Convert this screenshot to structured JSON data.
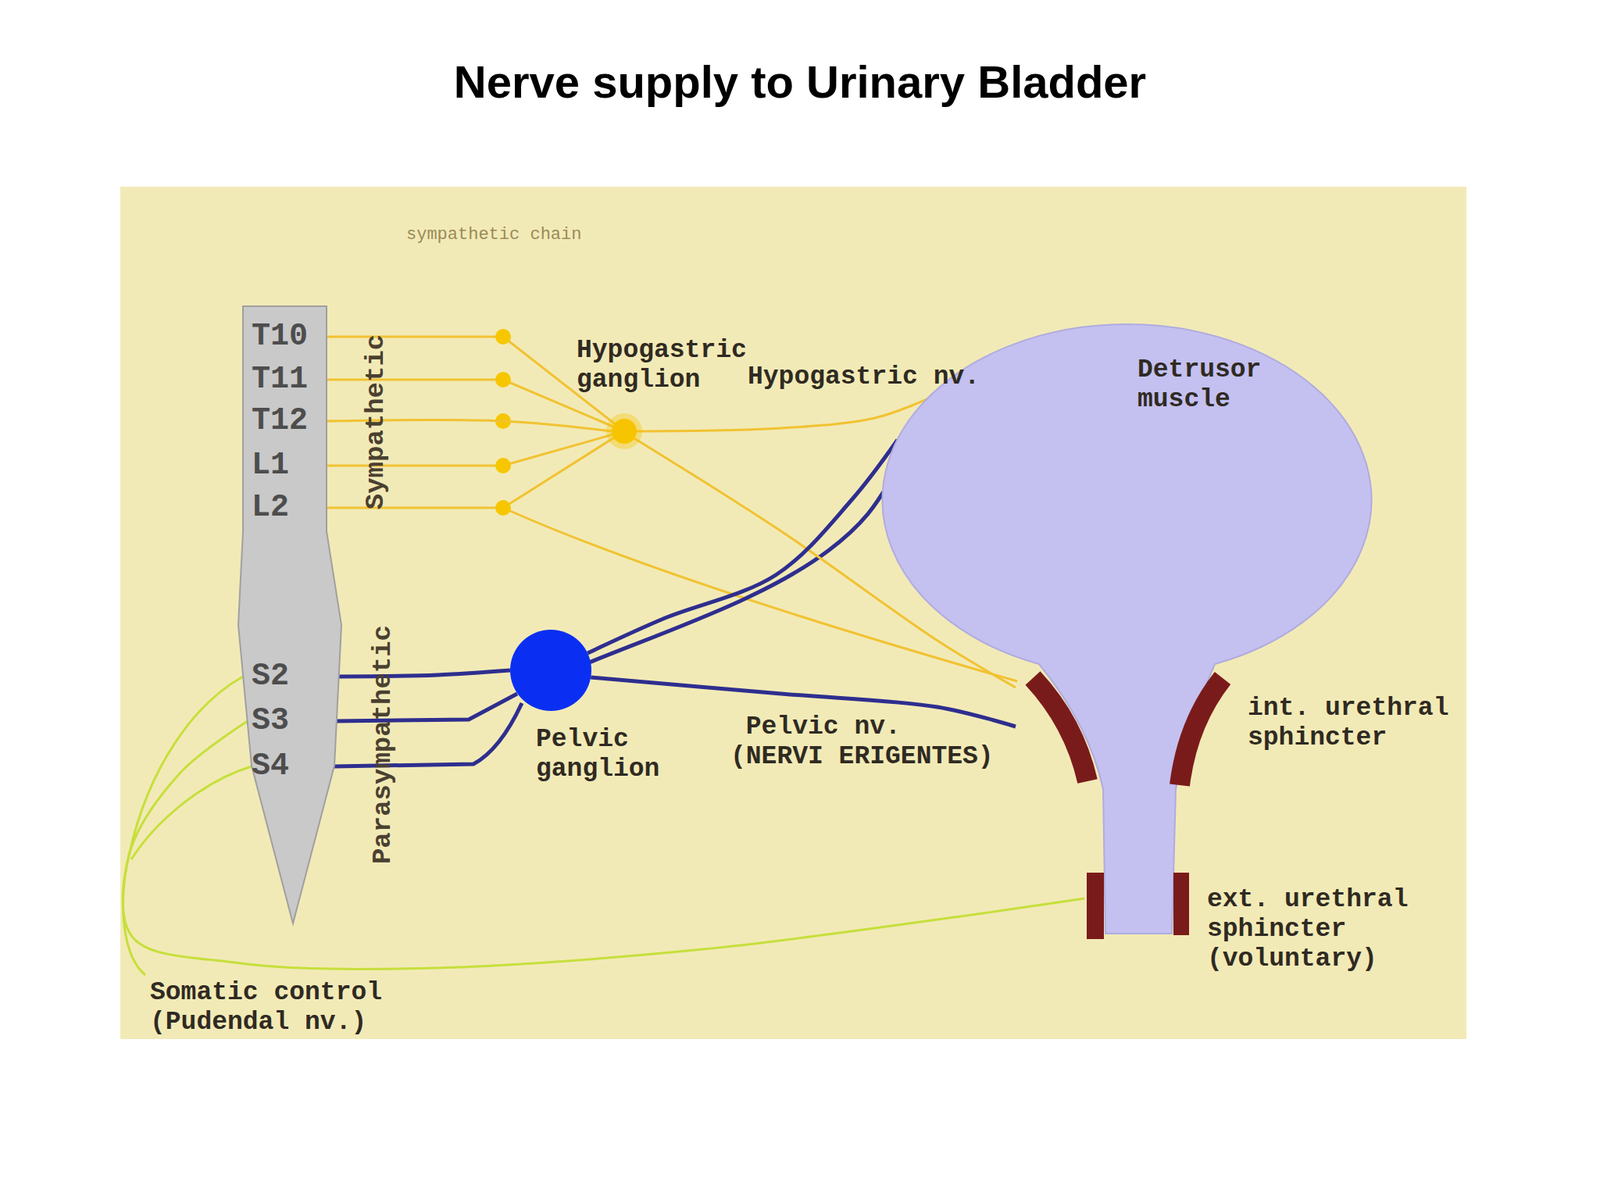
{
  "diagram": {
    "title": "Nerve supply to Urinary Bladder",
    "nodes": [
      {
        "text": [
          "T10",
          "T11",
          "T12",
          "L1",
          "L2",
          "S2",
          "S3",
          "S4"
        ]
      },
      {
        "text": [
          "Hypogastric ganglion"
        ]
      },
      {
        "text": [
          "Pelvic ganglion"
        ]
      },
      {
        "text": [
          "Detrusor muscle"
        ]
      },
      {
        "text": [
          "int. urethral sphincter"
        ]
      },
      {
        "text": [
          "ext. urethral sphincter (voluntary)"
        ]
      }
    ],
    "edges": [
      {
        "from": 0,
        "to": 1,
        "arrow": "none"
      },
      {
        "from": 1,
        "to": 3,
        "label": "Hypogastric nv.",
        "arrow": "none"
      },
      {
        "from": 1,
        "to": 4,
        "arrow": "none"
      },
      {
        "from": 0,
        "to": 2,
        "arrow": "none"
      },
      {
        "from": 2,
        "to": 3,
        "arrow": "none"
      },
      {
        "from": 2,
        "to": 4,
        "label": "Pelvic nv. (NERVI ERIGENTES)",
        "arrow": "none"
      },
      {
        "from": 0,
        "to": 5,
        "label": "Somatic control (Pudendal nv.)",
        "arrow": "none"
      }
    ],
    "labels": [
      "sympathetic chain",
      "Sympathetic",
      "Parasympathetic"
    ]
  }
}
